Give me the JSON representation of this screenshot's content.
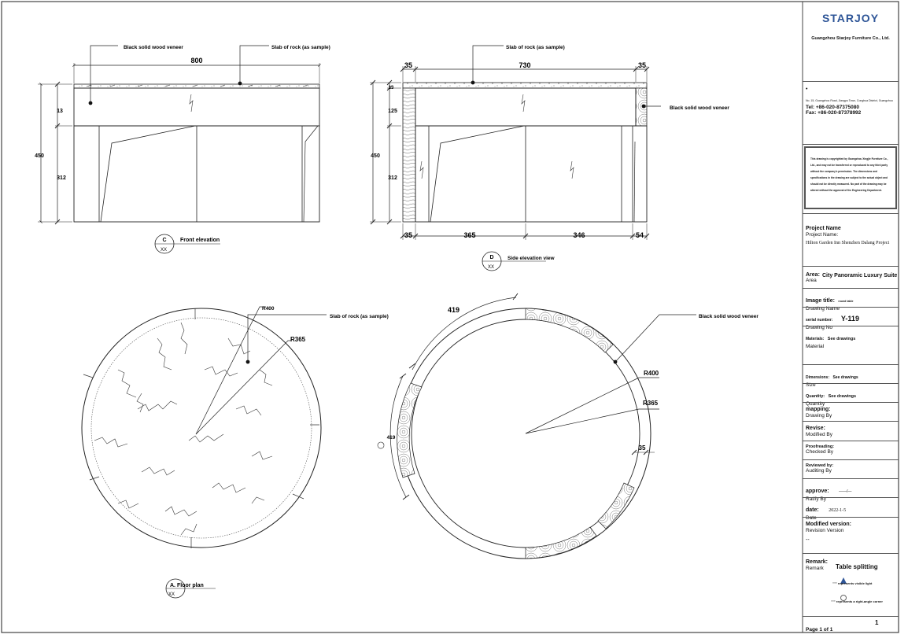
{
  "views": {
    "front": {
      "callout_letter": "C",
      "callout_ref": "XX",
      "title": "Front elevation",
      "note_veneer": "Black solid wood veneer",
      "note_slab": "Slab of rock (as sample)",
      "dim_width": "800",
      "dim_total": "450",
      "dim_top": "13",
      "dim_body": "312"
    },
    "side": {
      "callout_letter": "D",
      "callout_ref": "XX",
      "title": "Side elevation view",
      "note_slab": "Slab of rock (as sample)",
      "note_veneer": "Black solid wood veneer",
      "dim_left": "35",
      "dim_mid": "730",
      "dim_right": "35",
      "dim_total": "450",
      "dim_top": "125",
      "dim_body": "312",
      "dim_slab": "13",
      "dim_b1": "35",
      "dim_b2": "365",
      "dim_b3": "346",
      "dim_b4": "54"
    },
    "plan": {
      "title": "A. Floor plan",
      "callout_ref": "XX",
      "r_outer": "R400",
      "r_inner": "R365",
      "note_slab": "Slab of rock (as sample)"
    },
    "splitting": {
      "r_outer": "R400",
      "r_inner": "R365",
      "arc_top": "419",
      "arc_left": "419",
      "ring": "35",
      "note_veneer": "Black solid wood veneer"
    }
  },
  "titleblock": {
    "logo": "STARJOY",
    "company": "Guangzhou Starjoy Furniture Co., Ltd.",
    "address": "No. 15, Guangzhou Road, Jiangpu Town, Conghua District, Guangzhou",
    "tel": "Tel: +86-020-87375080",
    "fax": "Fax: +86-020-87378992",
    "copyright": "This drawing is copyrighted by Guangzhou Xingjie Furniture Co., Ltd., and may not be transferred or reproduced to any third party without the company's permission. The dimensions and specifications in the drawing are subject to the actual object and should not be directly measured. No part of the drawing may be altered without the approval of the Engineering Department.",
    "project_label": "Project Name",
    "project_label2": "Project Name:",
    "project_value": "Hilton Garden Inn Shenzhen Dalang Project",
    "area_label": "Area:",
    "area_label2": "Area",
    "area_value": "City Panoramic Luxury Suite",
    "image_label": "Image title:",
    "image_value": "round table",
    "image_label2": "Drawing Name",
    "serial_label": "serial number:",
    "serial_value": "Y-119",
    "serial_label2": "Drawing No",
    "materials_label": "Materials:",
    "materials_value": "See drawings",
    "materials_label2": "Material",
    "dimensions_label": "Dimensions:",
    "dimensions_value": "See drawings",
    "dimensions_label2": "Size",
    "quantity_label": "Quantity:",
    "quantity_value": "See drawings",
    "quantity_label2": "Quantity",
    "mapping_label": "mapping:",
    "mapping_label2": "Drawing By",
    "revise_label": "Revise:",
    "revise_label2": "Modified By",
    "proof_label": "Proofreading:",
    "proof_label2": "Checked By",
    "reviewed_label": "Reviewed by:",
    "reviewed_label2": "Auditing By",
    "approve_label": "approve:",
    "approve_value": "——/—",
    "approve_label2": "Ratify By",
    "date_label": "date:",
    "date_value": "2022-1-5",
    "date_label2": "Date",
    "modified_label": "Modified version:",
    "modified_label2": "Revision Version",
    "modified_value": "--",
    "remark_label": "Remark:",
    "remark_label2": "Remark",
    "remark_value": "Table splitting",
    "legend1": "\"\"\" represents visible light",
    "legend2": "\"\"\" represents a right-angle corner",
    "page_label": "Page 1 of 1",
    "page_number": "1"
  }
}
